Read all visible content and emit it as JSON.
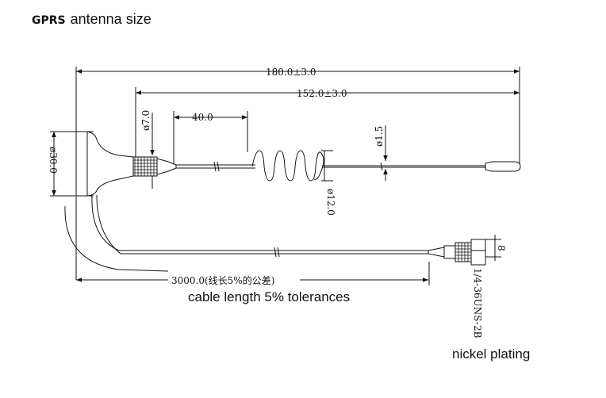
{
  "title": {
    "prefix": "GPRS",
    "text": "antenna size"
  },
  "dimensions": {
    "overall_length": "180.0±3.0",
    "whip_length": "152.0±3.0",
    "coil_offset": "40.0",
    "whip_diameter": "ø7.0",
    "tip_diameter": "ø1.5",
    "coil_diameter": "ø12.0",
    "base_diameter": "ø30.0",
    "connector_height": "8",
    "cable_length": "3000.0(线长5%的公差)",
    "connector_thread": "1/4-36UNS-2B"
  },
  "captions": {
    "cable_tolerance": "cable length 5% tolerances",
    "plating": "nickel plating"
  }
}
